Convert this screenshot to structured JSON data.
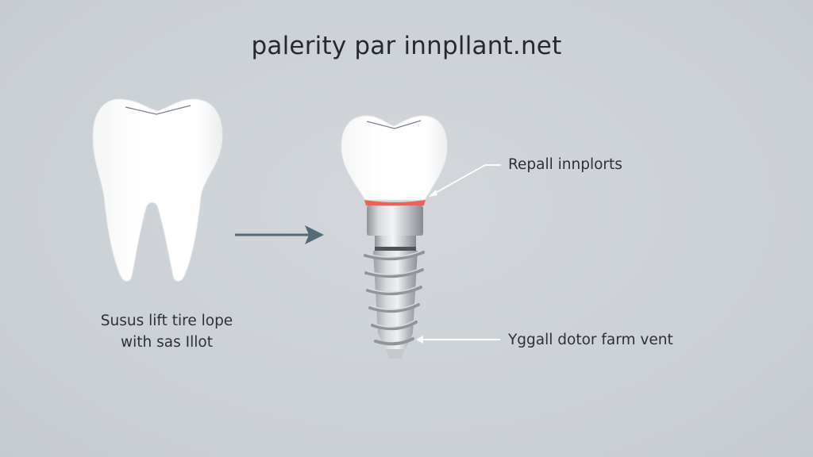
{
  "title": "palerity par innpllant.net",
  "left_panel": {
    "icon": "natural-tooth-icon",
    "caption_line1": "Susus lift tire lope",
    "caption_line2": "with sas Illot"
  },
  "transition_arrow": {
    "icon": "arrow-right-icon",
    "color": "#566a78"
  },
  "right_panel": {
    "icon": "dental-implant-icon",
    "callouts": [
      {
        "label": "Repall innplorts",
        "target": "crown-gum-line"
      },
      {
        "label": "Yggall dotor farm vent",
        "target": "implant-screw-tip"
      }
    ],
    "gum_line_color": "#e8645a"
  },
  "colors": {
    "background": "#cdd2d6",
    "text": "#2a2d31",
    "tooth": "#ffffff",
    "metal": "#b9bdc1"
  }
}
